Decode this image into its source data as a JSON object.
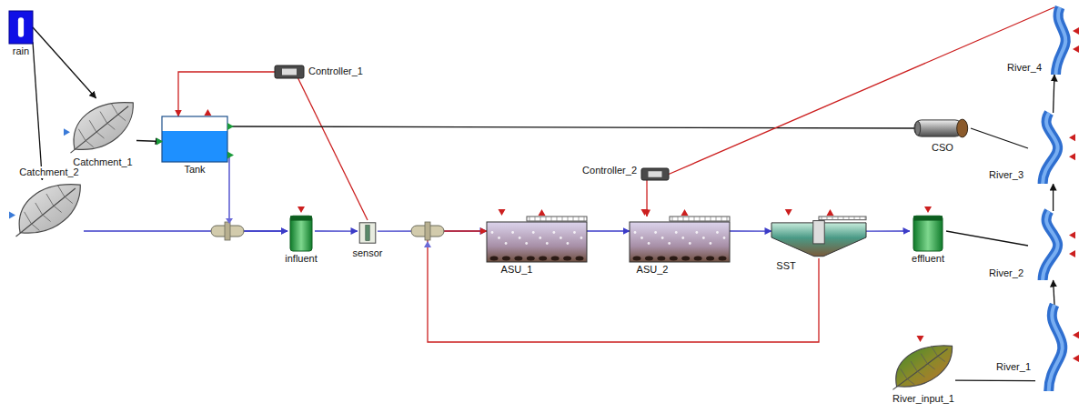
{
  "diagram": {
    "nodes": [
      {
        "text": [
          "rain"
        ]
      },
      {
        "text": [
          "Controller_1"
        ]
      },
      {
        "text": [
          "Catchment_1"
        ]
      },
      {
        "text": [
          "Tank"
        ]
      },
      {
        "text": [
          "CSO"
        ]
      },
      {
        "text": [
          "River_4"
        ]
      },
      {
        "text": [
          "River_3"
        ]
      },
      {
        "text": [
          "Controller_2"
        ]
      },
      {
        "text": [
          "Catchment_2"
        ]
      },
      {
        "text": [
          "influent"
        ]
      },
      {
        "text": [
          "sensor"
        ]
      },
      {
        "text": [
          "ASU_1"
        ]
      },
      {
        "text": [
          "ASU_2"
        ]
      },
      {
        "text": [
          "SST"
        ]
      },
      {
        "text": [
          "effluent"
        ]
      },
      {
        "text": [
          "River_2"
        ]
      },
      {
        "text": [
          "River_1"
        ]
      },
      {
        "text": [
          "River_input_1"
        ]
      }
    ],
    "edges": [
      {
        "from": 0,
        "to": 2,
        "arrow": "to"
      },
      {
        "from": 0,
        "to": 8,
        "arrow": "to"
      },
      {
        "from": 2,
        "to": 3,
        "arrow": "to"
      },
      {
        "from": 1,
        "to": 3,
        "arrow": "to"
      },
      {
        "from": 10,
        "to": 1,
        "arrow": "none"
      },
      {
        "from": 3,
        "to": 4,
        "arrow": "none"
      },
      {
        "from": 4,
        "to": 6,
        "arrow": "none"
      },
      {
        "from": 3,
        "to": 9,
        "arrow": "to"
      },
      {
        "from": 8,
        "to": 9,
        "arrow": "to"
      },
      {
        "from": 9,
        "to": 10,
        "arrow": "to"
      },
      {
        "from": 10,
        "to": 11,
        "arrow": "to"
      },
      {
        "from": 11,
        "to": 12,
        "arrow": "to"
      },
      {
        "from": 12,
        "to": 13,
        "arrow": "to"
      },
      {
        "from": 13,
        "to": 14,
        "arrow": "to"
      },
      {
        "from": 13,
        "to": 11,
        "arrow": "to"
      },
      {
        "from": 7,
        "to": 12,
        "arrow": "to"
      },
      {
        "from": 5,
        "to": 7,
        "arrow": "none"
      },
      {
        "from": 14,
        "to": 15,
        "arrow": "none"
      },
      {
        "from": 17,
        "to": 16,
        "arrow": "none"
      },
      {
        "from": 16,
        "to": 15,
        "arrow": "to"
      },
      {
        "from": 15,
        "to": 6,
        "arrow": "to"
      },
      {
        "from": 6,
        "to": 5,
        "arrow": "to"
      }
    ]
  }
}
